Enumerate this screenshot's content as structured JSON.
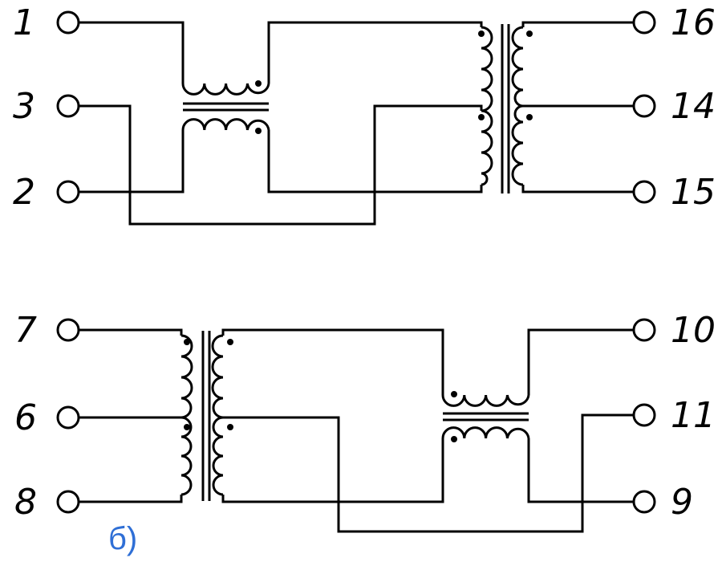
{
  "caption": "б)",
  "accent_color": "#2f6fd6",
  "pins": {
    "p1": "1",
    "p3": "3",
    "p2": "2",
    "p16": "16",
    "p14": "14",
    "p15": "15",
    "p7": "7",
    "p6": "6",
    "p8": "8",
    "p10": "10",
    "p11": "11",
    "p9": "9"
  }
}
